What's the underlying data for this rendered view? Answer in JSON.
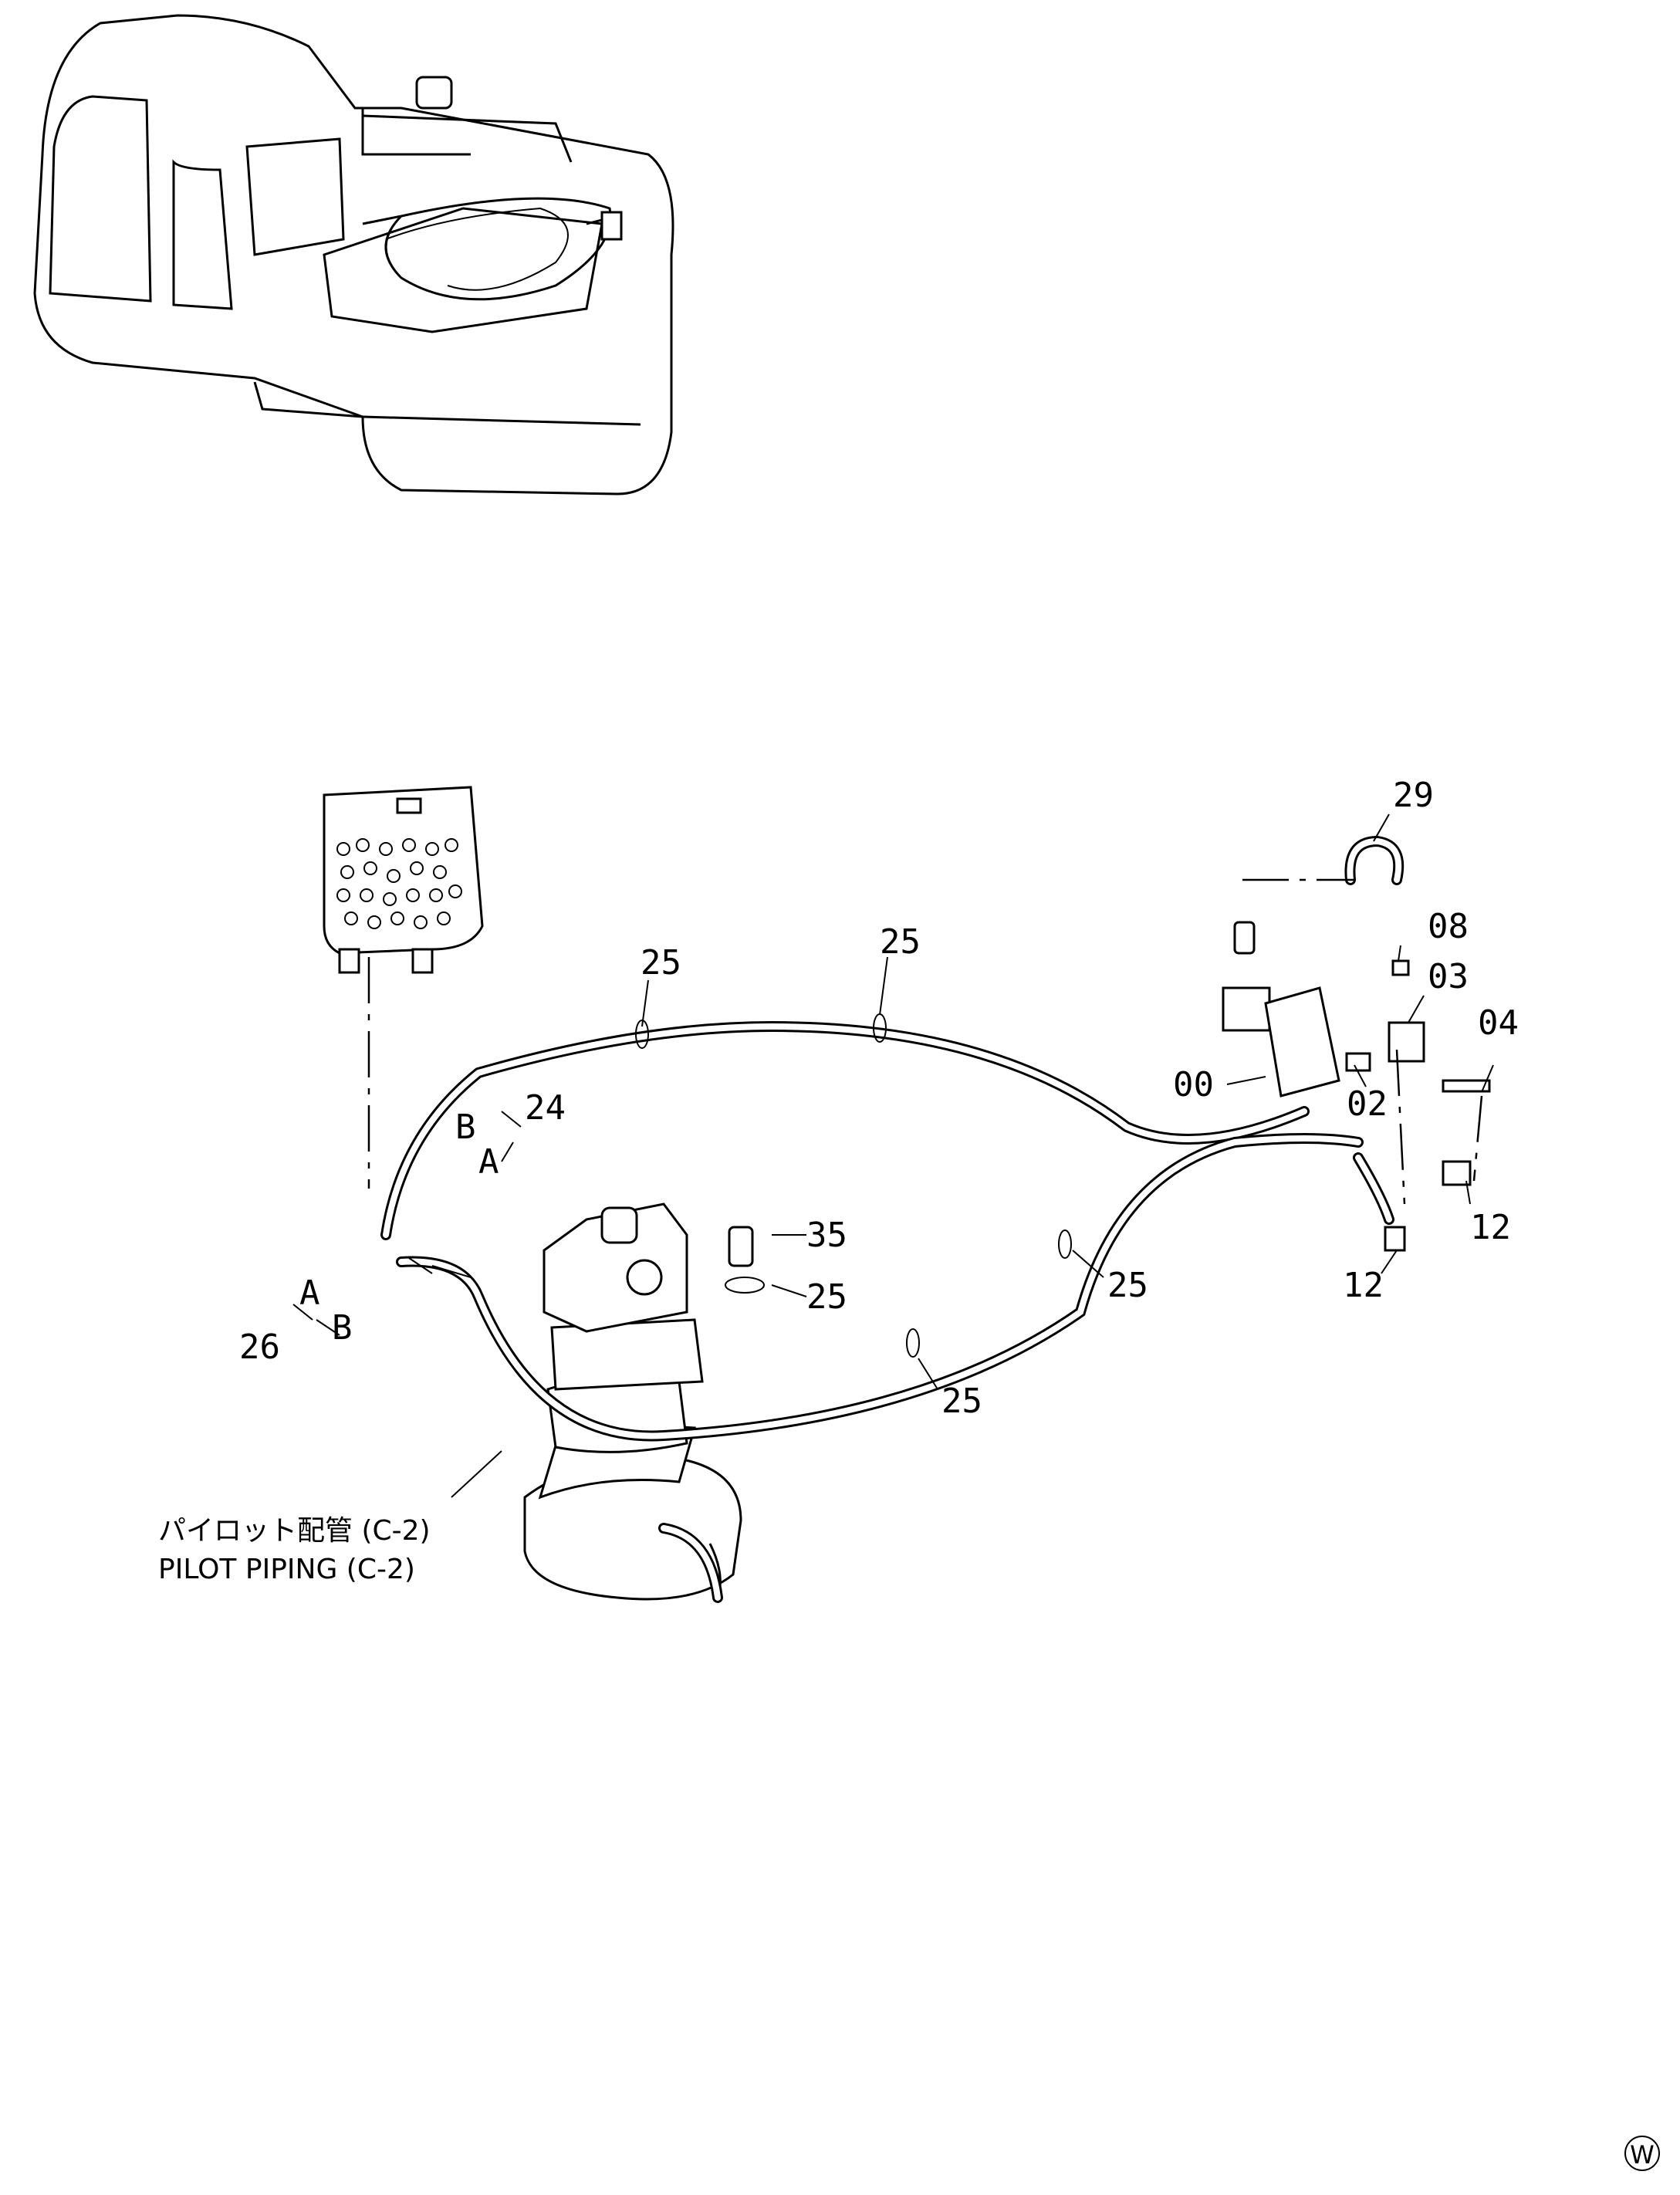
{
  "labels": {
    "clamp": "25",
    "hose_ab": "24",
    "hose_ab_lower": "26",
    "port_a": "A",
    "port_b": "B",
    "hose_top": "29",
    "adapter": "08",
    "block": "03",
    "bolt": "04",
    "bracket": "00",
    "bracket_bolt": "02",
    "elbow": "12",
    "cap": "35"
  },
  "note": {
    "jp": "パイロット配管 (C-2)",
    "en": "PILOT PIPING (C-2)"
  },
  "badge": "W"
}
